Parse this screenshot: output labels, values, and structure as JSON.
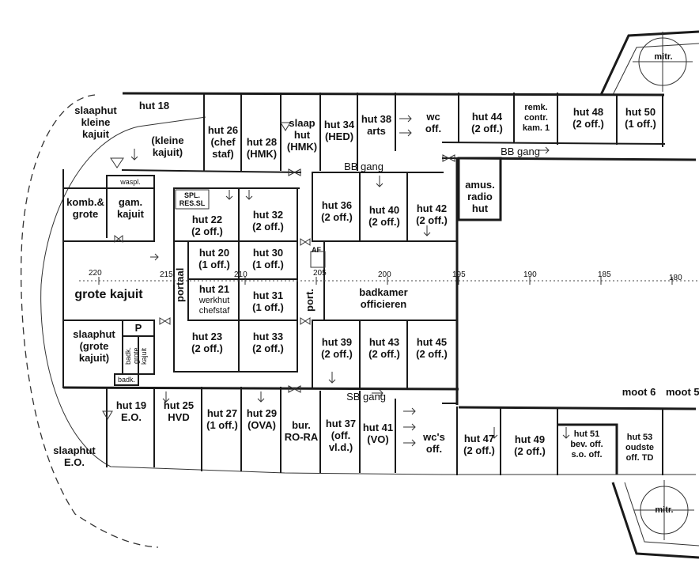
{
  "rooms": {
    "slaaphut_kleine": "slaaphut\nkleine\nkajuit",
    "hut18": "hut 18",
    "kleine_kajuit": "(kleine\nkajuit)",
    "hut26": "hut 26\n(chef\nstaf)",
    "hut28": "hut 28\n(HMK)",
    "slaaphut_hmk": "slaap\nhut\n(HMK)",
    "hut34": "hut 34\n(HED)",
    "hut38": "hut 38\narts",
    "wc_off": "wc\noff.",
    "hut44": "hut 44\n(2 off.)",
    "remk": "remk.\ncontr.\nkam. 1",
    "hut48": "hut 48\n(2 off.)",
    "hut50": "hut 50\n(1 off.)",
    "waspl": "waspl.",
    "komb": "komb.&\ngrote",
    "gam_kajuit": "gam.\nkajuit",
    "spl": "SPL.\nRES.SL",
    "hut22": "hut 22\n(2 off.)",
    "hut32": "hut 32\n(2 off.)",
    "hut36": "hut 36\n(2 off.)",
    "hut40": "hut 40\n(2 off.)",
    "hut42": "hut 42\n(2 off.)",
    "amus": "amus.\nradio\nhut",
    "hut20": "hut 20\n(1 off.)",
    "hut30": "hut 30\n(1 off.)",
    "af": "AF",
    "grote_kajuit": "grote kajuit",
    "portaal": "portaal",
    "hut21": "hut 21",
    "werkhut": "werkhut\nchefstaf",
    "hut31": "hut 31\n(1 off.)",
    "port": "port.",
    "badkamer": "badkamer\nofficieren",
    "slaaphut_grote": "slaaphut\n(grote\nkajuit)",
    "p": "P",
    "badk_grote": "badk.\ngrote\nkajuit",
    "badk": "badk.",
    "hut23": "hut 23\n(2 off.)",
    "hut33": "hut 33\n(2 off.)",
    "hut39": "hut 39\n(2 off.)",
    "hut43": "hut 43\n(2 off.)",
    "hut45": "hut 45\n(2 off.)",
    "hut19": "hut 19\nE.O.",
    "hut25": "hut 25\nHVD",
    "hut27": "hut 27\n(1 off.)",
    "hut29": "hut 29\n(OVA)",
    "bur": "bur.\nRO-RA",
    "hut37": "hut 37\n(off.\nvl.d.)",
    "hut41": "hut 41\n(VO)",
    "wcs_off": "wc's\noff.",
    "hut47": "hut 47\n(2 off.)",
    "hut49": "hut 49\n(2 off.)",
    "hut51": "hut 51\nbev. off.\ns.o. off.",
    "hut53": "hut 53\noudste\noff. TD",
    "slaaphut_eo": "slaaphut\nE.O."
  },
  "corridors": {
    "bb_gang_1": "BB gang",
    "bb_gang_2": "BB gang",
    "sb_gang": "SB gang"
  },
  "frames": {
    "f220": "220",
    "f215": "215",
    "f210": "210",
    "f205": "205",
    "f200": "200",
    "f195": "195",
    "f190": "190",
    "f185": "185",
    "f180": "180"
  },
  "moot": {
    "moot6": "moot 6",
    "moot5": "moot 5"
  },
  "mitr": {
    "top": "mitr.",
    "bottom": "mitr."
  }
}
